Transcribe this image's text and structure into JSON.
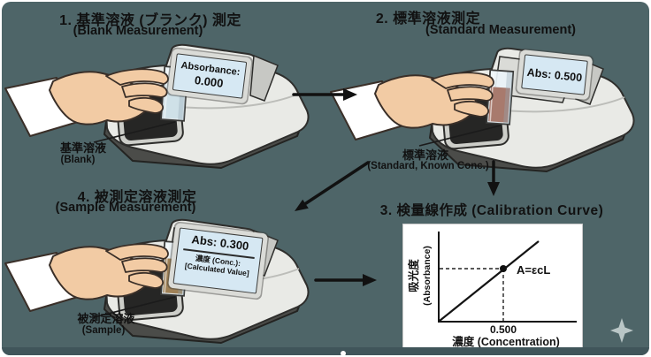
{
  "steps": {
    "step1": {
      "title_jp": "1. 基準溶液 (ブランク) 測定",
      "title_en": "(Blank Measurement)",
      "display": {
        "line1": "Absorbance:",
        "line2": "0.000"
      },
      "label_jp": "基準溶液",
      "label_en": "(Blank)",
      "liquid_color": "#cfe1e8"
    },
    "step2": {
      "title_jp": "2. 標準溶液測定",
      "title_en": "(Standard Measurement)",
      "display": {
        "line1": "Abs: 0.500"
      },
      "label_jp": "標準溶液",
      "label_en": "(Standard, Known Conc.)",
      "liquid_color": "#a87a6d"
    },
    "step3": {
      "title": "3. 検量線作成 (Calibration Curve)"
    },
    "step4": {
      "title_jp": "4. 被測定溶液測定",
      "title_en": "(Sample Measurement)",
      "display": {
        "line1": "Abs: 0.300",
        "line2": "濃度 (Conc.):",
        "line3": "[Calculated Value]"
      },
      "label_jp": "被測定溶液",
      "label_en": "(Sample)",
      "liquid_color": "#9f8157"
    }
  },
  "graph": {
    "y_label_jp": "吸光度",
    "y_label_en": "(Absorbance)",
    "x_label": "濃度 (Concentration)",
    "x_tick": "0.500",
    "annotation": "A=εcL"
  },
  "chart_data": {
    "type": "line",
    "title": "3. 検量線作成 (Calibration Curve)",
    "xlabel": "濃度 (Concentration)",
    "ylabel": "吸光度 (Absorbance)",
    "x_ticks": [
      "0.500"
    ],
    "series": [
      {
        "name": "calibration line (A=εcL)",
        "x": [
          0,
          0.8
        ],
        "y": [
          0,
          0.8
        ]
      }
    ],
    "points": [
      {
        "x": 0.5,
        "y": 0.5,
        "label": "A=εcL",
        "marker": "filled-dot",
        "dashed_guides": true
      }
    ],
    "grid": false,
    "legend": "none"
  },
  "colors": {
    "panel_bg": "#4e6568",
    "bottom_bar": "#40555a",
    "machine_body": "#e9eae6",
    "screen_bg": "#d6e8f3",
    "sparkle": "#b9c6c6"
  },
  "icons": {
    "sparkle": "four-pointed-sparkle",
    "dot": "playhead-dot"
  }
}
